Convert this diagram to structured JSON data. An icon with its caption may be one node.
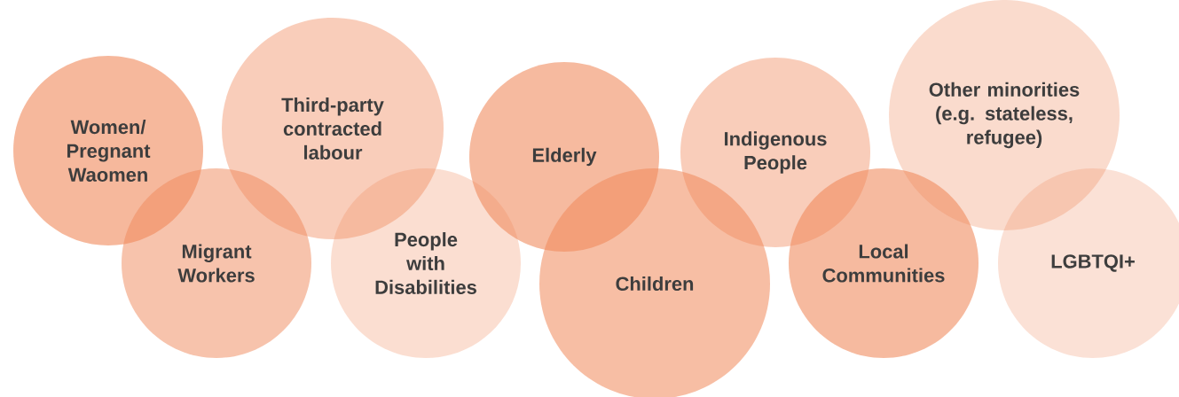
{
  "diagram": {
    "nodes": [
      {
        "text": [
          "Women/ Pregnant Waomen"
        ]
      },
      {
        "text": [
          "Migrant Workers"
        ]
      },
      {
        "text": [
          "Third-party contracted labour"
        ]
      },
      {
        "text": [
          "People with Disabilities"
        ]
      },
      {
        "text": [
          "Elderly"
        ]
      },
      {
        "text": [
          "Children"
        ]
      },
      {
        "text": [
          "Indigenous People"
        ]
      },
      {
        "text": [
          "Local Communities"
        ]
      },
      {
        "text": [
          "Other minorities (e.g. stateless, refugee)"
        ]
      },
      {
        "text": [
          "LGBTQI+"
        ]
      }
    ]
  }
}
